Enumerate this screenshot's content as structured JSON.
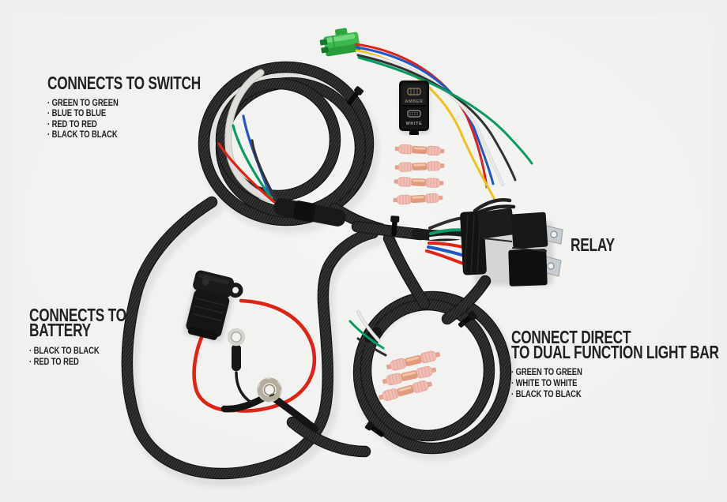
{
  "annotations": {
    "switch": {
      "title": "CONNECTS TO SWITCH",
      "bullets": [
        "GREEN TO GREEN",
        "BLUE TO BLUE",
        "RED TO RED",
        "BLACK TO BLACK"
      ]
    },
    "battery": {
      "title_line1": "CONNECTS TO",
      "title_line2": "BATTERY",
      "bullets": [
        "BLACK TO BLACK",
        "RED TO RED"
      ]
    },
    "lightbar": {
      "title_line1": "CONNECT DIRECT",
      "title_line2": "TO DUAL FUNCTION LIGHT BAR",
      "bullets": [
        "GREEN TO GREEN",
        "WHITE TO WHITE",
        "BLACK TO BLACK"
      ]
    },
    "relay_label": "RELAY"
  },
  "switch": {
    "top_label": "AMBER",
    "bottom_label": "WHITE"
  },
  "colors": {
    "background": "#efefee",
    "photo_background": "#f3f3f1",
    "text": "#232122",
    "wire_red": "#e02317",
    "wire_yellow": "#f0c11a",
    "wire_blue": "#2157c4",
    "wire_green": "#0a9a64",
    "wire_white": "#e9e9e7",
    "wire_black": "#333336",
    "connector_green": "#3cb94e",
    "crimp_pink": "#f3beb4",
    "crimp_copper": "#e09a7e",
    "braid_black": "#242424",
    "metal_silver": "#c7ccd1"
  }
}
